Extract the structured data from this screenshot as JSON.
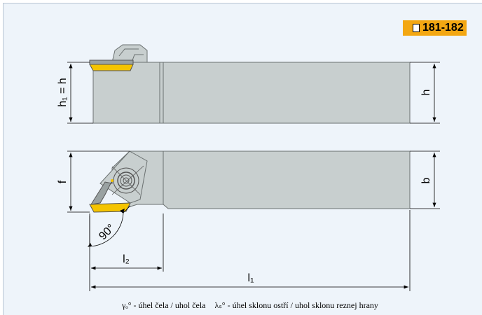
{
  "page_reference": "181-182",
  "labels": {
    "h1_eq_h": "h₁ = h",
    "h": "h",
    "f": "f",
    "b": "b",
    "angle": "90°",
    "l2": "l₂",
    "l1": "l₁"
  },
  "legend": {
    "gamma": "γₒ° - úhel čela / uhol čela",
    "lambda": "λₛ° - úhel sklonu ostří / uhol sklonu reznej hrany"
  },
  "colors": {
    "insert": "#f5c400",
    "body": "#c8cfcf",
    "accent": "#f3a712"
  }
}
